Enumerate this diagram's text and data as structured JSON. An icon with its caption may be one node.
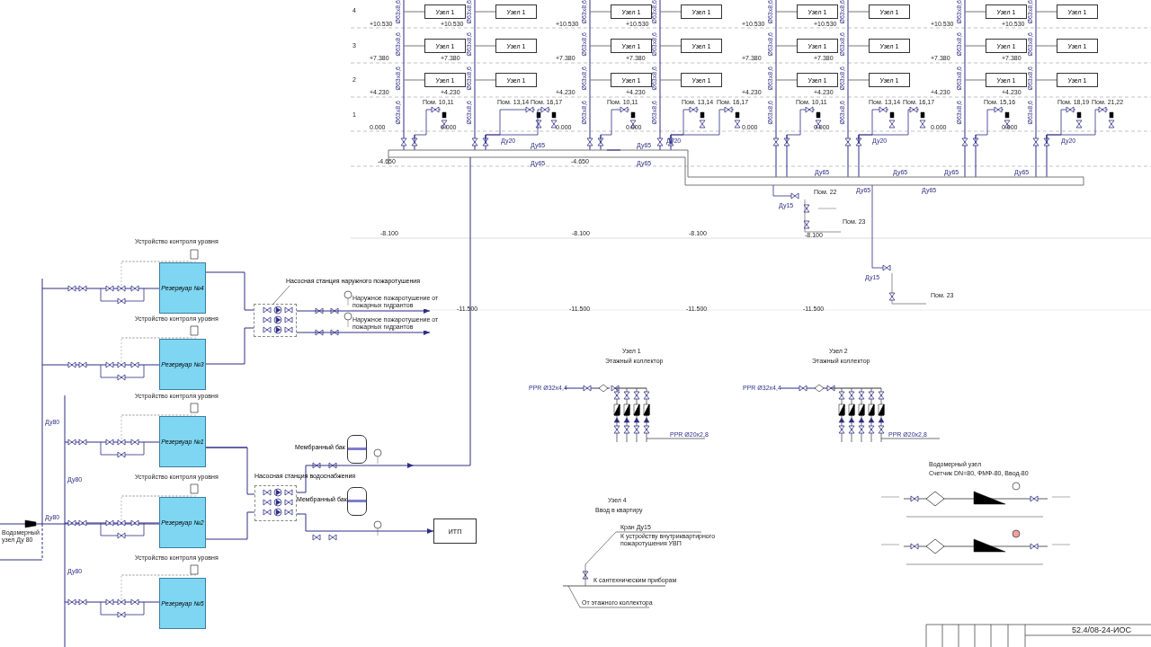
{
  "diagram": {
    "nodes": [
      {
        "text": [
          "Узел 1"
        ]
      },
      {
        "text": [
          "Узел 1"
        ]
      },
      {
        "text": [
          "Узел 1"
        ]
      },
      {
        "text": [
          "Узел 1"
        ]
      },
      {
        "text": [
          "Узел 1"
        ]
      },
      {
        "text": [
          "Узел 1"
        ]
      },
      {
        "text": [
          "Узел 1"
        ]
      },
      {
        "text": [
          "Узел 1"
        ]
      },
      {
        "text": [
          "Узел 1"
        ]
      },
      {
        "text": [
          "Узел 1"
        ]
      },
      {
        "text": [
          "Узел 1"
        ]
      },
      {
        "text": [
          "Узел 1"
        ]
      },
      {
        "text": [
          "Узел 1"
        ]
      },
      {
        "text": [
          "Узел 1"
        ]
      },
      {
        "text": [
          "Узел 1"
        ]
      },
      {
        "text": [
          "Узел 1"
        ]
      },
      {
        "text": [
          "Узел 1"
        ]
      },
      {
        "text": [
          "Узел 1"
        ]
      },
      {
        "text": [
          "Узел 1"
        ]
      },
      {
        "text": [
          "Узел 1"
        ]
      },
      {
        "text": [
          "Узел 1"
        ]
      },
      {
        "text": [
          "Узел 1"
        ]
      },
      {
        "text": [
          "Узел 1"
        ]
      },
      {
        "text": [
          "Узел 1"
        ]
      },
      {
        "text": [
          "Резервуар №4"
        ]
      },
      {
        "text": [
          "Резервуар №3"
        ]
      },
      {
        "text": [
          "Резервуар №1"
        ]
      },
      {
        "text": [
          "Резервуар №2"
        ]
      },
      {
        "text": [
          "Резервуар №5"
        ]
      },
      {
        "text": [
          "Насосная станция наружного пожаротушения"
        ]
      },
      {
        "text": [
          "Насосная станция водоснабжения"
        ]
      },
      {
        "text": [
          "Мембранный бак"
        ]
      },
      {
        "text": [
          "Мембранный бак"
        ]
      },
      {
        "text": [
          "ИТП"
        ]
      }
    ],
    "edges": [
      {
        "from": 24,
        "to": 29,
        "arrow": "none"
      },
      {
        "from": 25,
        "to": 29,
        "arrow": "none"
      },
      {
        "from": 29,
        "to": null,
        "arrow": "to",
        "label": "Наружное пожаротушение от пожарных гидрантов"
      },
      {
        "from": 29,
        "to": null,
        "arrow": "to",
        "label": "Наружное пожаротушение от пожарных гидрантов"
      },
      {
        "from": 26,
        "to": 30,
        "arrow": "none"
      },
      {
        "from": 27,
        "to": 30,
        "arrow": "none"
      },
      {
        "from": 30,
        "to": 33,
        "arrow": "to"
      },
      {
        "from": 30,
        "to": null,
        "arrow": "to"
      }
    ],
    "labels": [
      "4",
      "3",
      "2",
      "1",
      "Ø63х8,6",
      "Ø63х8,6",
      "Ø63х8,6",
      "Ø63х8,6",
      "+10.530",
      "+7.380",
      "+4.230",
      "0.000",
      "Ø63х8,6",
      "Ø63х8,6",
      "Ø63х8,6",
      "Ø63х8,6",
      "+10.530",
      "+7.380",
      "+4.230",
      "0.000",
      "Ø63х8,6",
      "Ø63х8,6",
      "Ø63х8,6",
      "Ø63х8,6",
      "+10.530",
      "+7.380",
      "+4.230",
      "0.000",
      "Ø63х8,6",
      "Ø63х8,6",
      "Ø63х8,6",
      "Ø63х8,6",
      "+10.530",
      "+7.380",
      "+4.230",
      "0.000",
      "Ø63х8,6",
      "Ø63х8,6",
      "Ø63х8,6",
      "Ø63х8,6",
      "+10.530",
      "+7.380",
      "+4.230",
      "0.000",
      "Ø63х8,6",
      "Ø63х8,6",
      "Ø63х8,6",
      "Ø63х8,6",
      "+10.530",
      "+7.380",
      "+4.230",
      "0.000",
      "Ø63х8,6",
      "Ø63х8,6",
      "Ø63х8,6",
      "Ø63х8,6",
      "+10.530",
      "+7.380",
      "+4.230",
      "0.000",
      "Ø63х8,6",
      "Ø63х8,6",
      "Ø63х8,6",
      "Ø63х8,6",
      "+10.530",
      "+7.380",
      "+4.230",
      "0.000",
      "Пом. 10,11",
      "Пом. 13,14",
      "Пом. 16,17",
      "Пом. 10,11",
      "Пом. 13,14",
      "Пом. 16,17",
      "Пом. 10,11",
      "Пом. 13,14",
      "Пом. 16,17",
      "Пом. 15,16",
      "Пом. 18,19",
      "Пом. 21,22",
      "Ду20",
      "Ду20",
      "Ду20",
      "Ду20",
      "Ду65",
      "Ду65",
      "Ду65",
      "Ду65",
      "Ду65",
      "Ду65",
      "Ду65",
      "Ду65",
      "Ду65",
      "Ду65",
      "-4.650",
      "-4.650",
      "-8.100",
      "-8.100",
      "-8.100",
      "-8.100",
      "Ду15",
      "Пом. 22",
      "Пом. 23",
      "-11.500",
      "-11.500",
      "-11.500",
      "-11.500",
      "Ду15",
      "Пом. 23",
      "Устройство контроля уровня",
      "Устройство контроля уровня",
      "Устройство контроля уровня",
      "Устройство контроля уровня",
      "Устройство контроля уровня",
      "Ду80",
      "Ду80",
      "Ду80",
      "Ду80",
      "Водомерный узел Ду 80",
      "Узел 1",
      "Этажный коллектор",
      "PPR Ø32х4,4",
      "PPR Ø20х2,8",
      "Узел 2",
      "Этажный коллектор",
      "PPR Ø32х4,4",
      "PPR Ø20х2,8",
      "Узел 4",
      "Ввод в квартиру",
      "Кран Ду15",
      "К устройству внутриквартирного пожаротушения УВП",
      "К сантехническим приборам",
      "От этажного коллектора",
      "Водомерный узел",
      "Счетчик DN=80, ФМФ-80, Ввод-80",
      "52.4/08-24-ИОС"
    ]
  }
}
